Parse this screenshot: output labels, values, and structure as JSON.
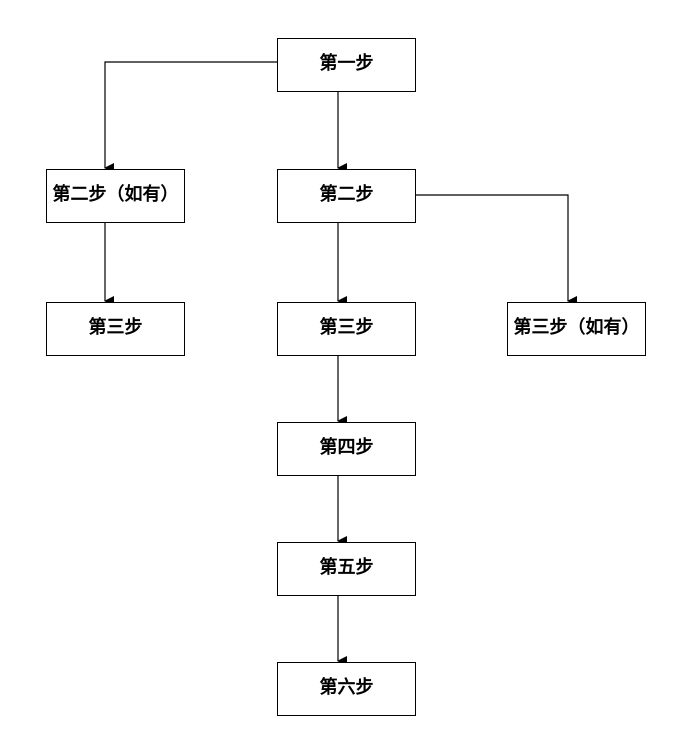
{
  "nodes": {
    "step1": "第一步",
    "step2_optional": "第二步（如有）",
    "step2": "第二步",
    "left_step3": "第三步",
    "center_step3": "第三步",
    "step3_optional": "第三步（如有）",
    "step4": "第四步",
    "step5": "第五步",
    "step6": "第六步"
  }
}
